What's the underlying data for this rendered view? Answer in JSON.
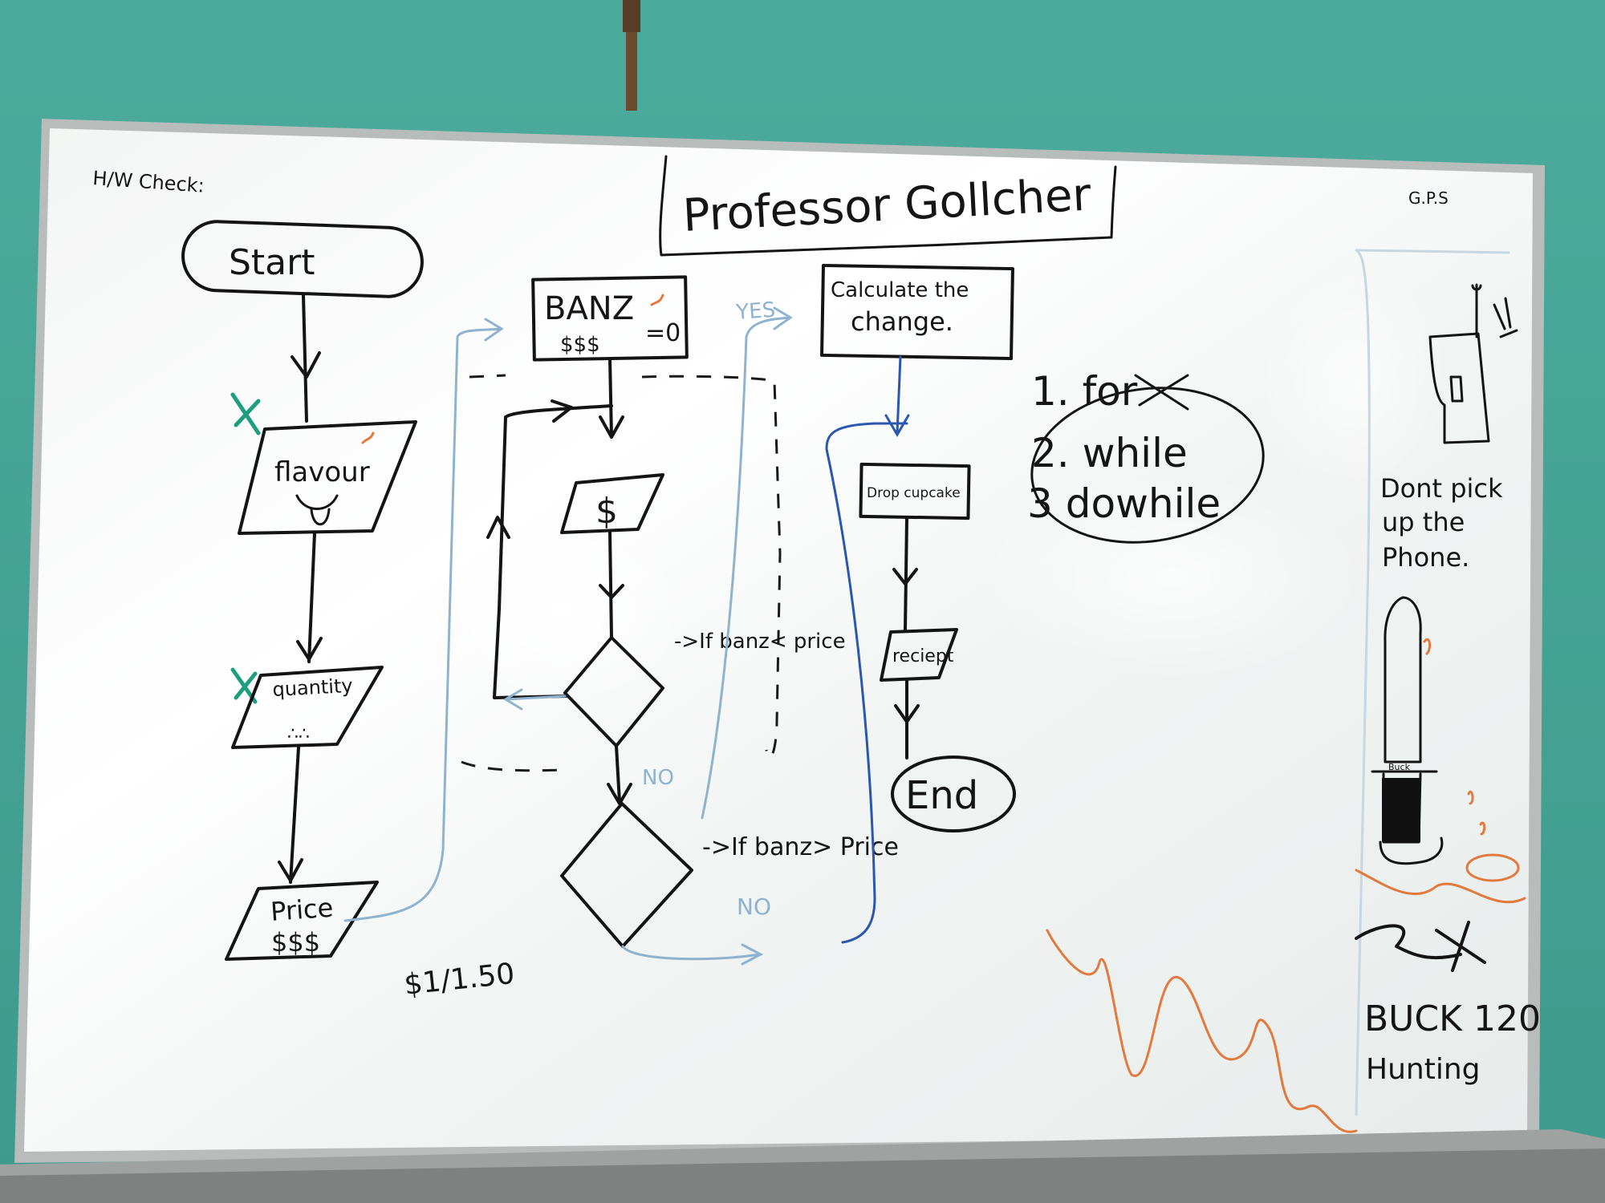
{
  "board": {
    "title": "Professor Gollcher",
    "corner_left": "H/W Check:",
    "corner_right": "G.P.S"
  },
  "flowchart": {
    "start": "Start",
    "flavour": "flavour",
    "quantity": "quantity",
    "price_line1": "Price",
    "price_line2": "$$$",
    "price_note": "$1/1.50",
    "banz_line1": "BANZ",
    "banz_line2": "$$$",
    "banz_value": "=0",
    "money_symbol": "$",
    "cond1": "->If banz< price",
    "cond2": "->If banz> Price",
    "no_label_1": "NO",
    "no_label_2": "NO",
    "yes_label": "YES",
    "calc_line1": "Calculate the",
    "calc_line2": "change.",
    "drop": "Drop cupcake",
    "receipt": "reciept",
    "end": "End"
  },
  "loops": {
    "item1": "1. for",
    "item2": "2. while",
    "item3": "3 dowhile"
  },
  "sidebar": {
    "note_line1": "Dont pick",
    "note_line2": "up the",
    "note_line3": "Phone.",
    "knife_brand": "Buck",
    "caption_line1": "BUCK 120",
    "caption_line2": "Hunting"
  }
}
